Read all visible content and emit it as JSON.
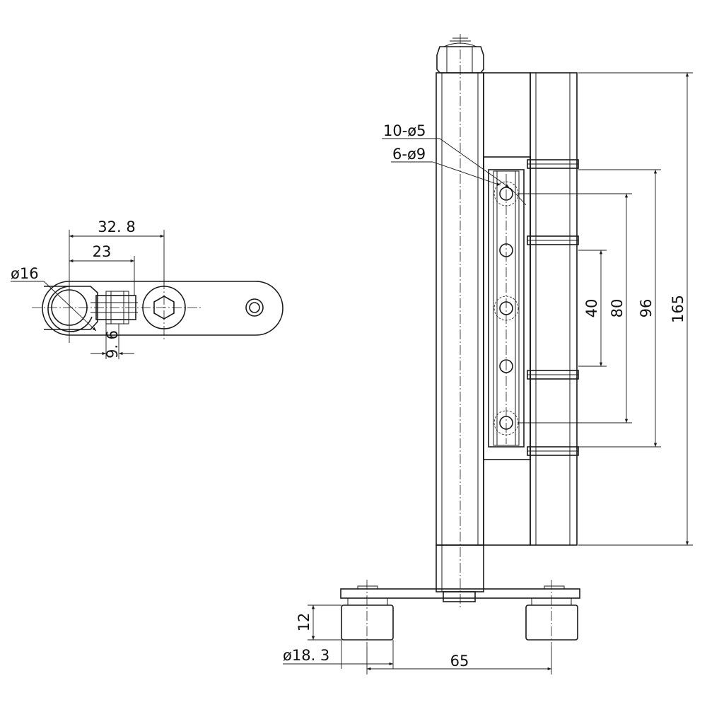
{
  "drawing": {
    "side_view": {
      "dim_32_8": "32. 8",
      "dim_23": "23",
      "dim_dia16": "ø16",
      "dim_9_6": "9. 6"
    },
    "front_view": {
      "dim_holes_small": "10-ø5",
      "dim_holes_large": "6-ø9",
      "dim_40": "40",
      "dim_80": "80",
      "dim_96": "96",
      "dim_165": "165",
      "dim_12": "12",
      "dim_dia18_3": "ø18. 3",
      "dim_65": "65"
    }
  }
}
